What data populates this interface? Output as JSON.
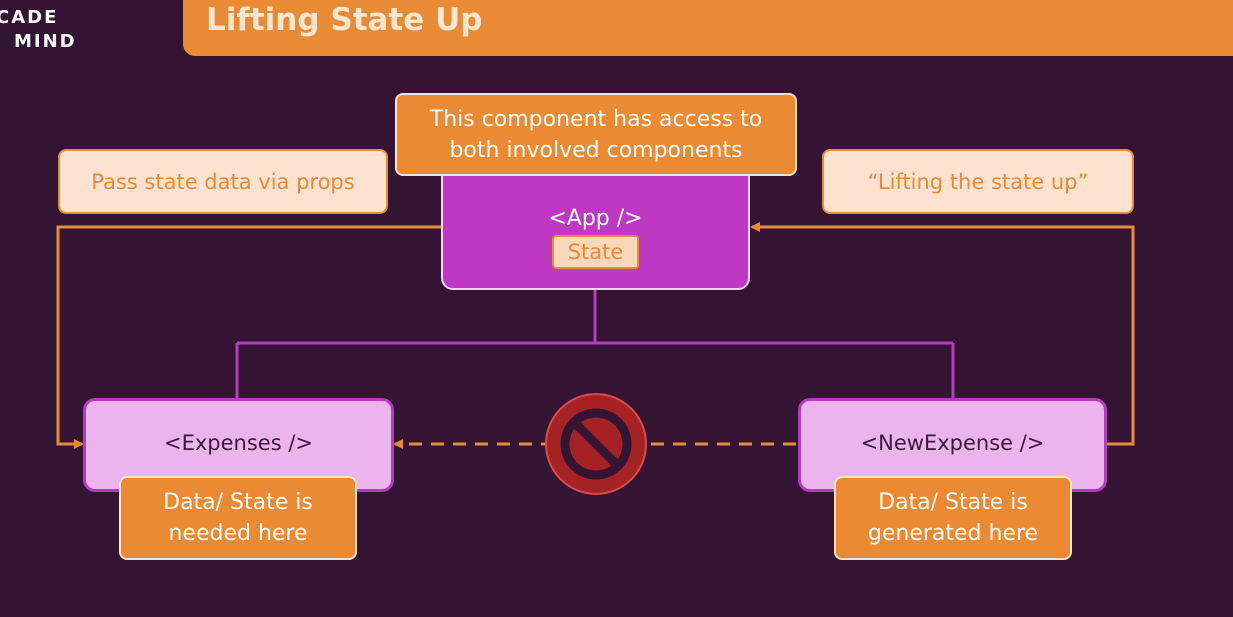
{
  "logo": {
    "line1": "CADE",
    "line2": "MIND"
  },
  "header": {
    "title": "Lifting State Up"
  },
  "notes": {
    "access": "This component has access to both involved components",
    "pass_props": "Pass state data via props",
    "lifting": "“Lifting the state up”",
    "needed": "Data/ State is needed here",
    "generated": "Data/ State is generated here"
  },
  "components": {
    "app": "<App />",
    "app_state": "State",
    "expenses": "<Expenses />",
    "new_expense": "<NewExpense />"
  },
  "icons": {
    "blocked": "no-entry-icon"
  },
  "colors": {
    "background": "#331533",
    "orange": "#e98a35",
    "purple": "#b73bbf",
    "light_purple": "#ebb4ec",
    "prohibit_red": "#a52124"
  }
}
